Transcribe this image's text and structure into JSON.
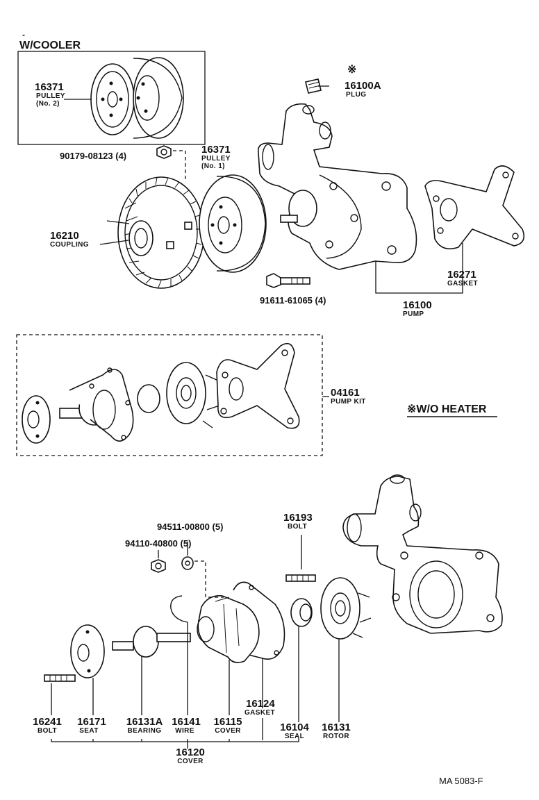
{
  "headers": {
    "with_cooler": "W/COOLER",
    "without_heater": "※W/O HEATER",
    "plug_mark": "※",
    "tick": "-"
  },
  "labels": {
    "pulley2": {
      "num": "16371",
      "name": "PULLEY",
      "sub": "(No. 2)"
    },
    "pulley1": {
      "num": "16371",
      "name": "PULLEY",
      "sub": "(No. 1)"
    },
    "plug": {
      "num": "16100A",
      "name": "PLUG"
    },
    "nut_top": {
      "num": "90179-08123 (4)"
    },
    "coupling": {
      "num": "16210",
      "name": "COUPLING"
    },
    "bolt_top": {
      "num": "91611-61065 (4)"
    },
    "gasket_top": {
      "num": "16271",
      "name": "GASKET"
    },
    "pump": {
      "num": "16100",
      "name": "PUMP"
    },
    "pump_kit": {
      "num": "04161",
      "name": "PUMP KIT"
    },
    "washer": {
      "num": "94511-00800 (5)"
    },
    "nut": {
      "num": "94110-40800 (5)"
    },
    "bolt_mid": {
      "num": "16193",
      "name": "BOLT"
    },
    "gasket_low": {
      "num": "16124",
      "name": "GASKET"
    },
    "bolt_low": {
      "num": "16241",
      "name": "BOLT"
    },
    "seat": {
      "num": "16171",
      "name": "SEAT"
    },
    "bearing": {
      "num": "16131A",
      "name": "BEARING"
    },
    "wire": {
      "num": "16141",
      "name": "WIRE"
    },
    "cover_part": {
      "num": "16115",
      "name": "COVER"
    },
    "seal": {
      "num": "16104",
      "name": "SEAL"
    },
    "rotor": {
      "num": "16131",
      "name": "ROTOR"
    },
    "cover_assy": {
      "num": "16120",
      "name": "COVER"
    }
  },
  "footer": {
    "code": "MA  5083-F"
  }
}
